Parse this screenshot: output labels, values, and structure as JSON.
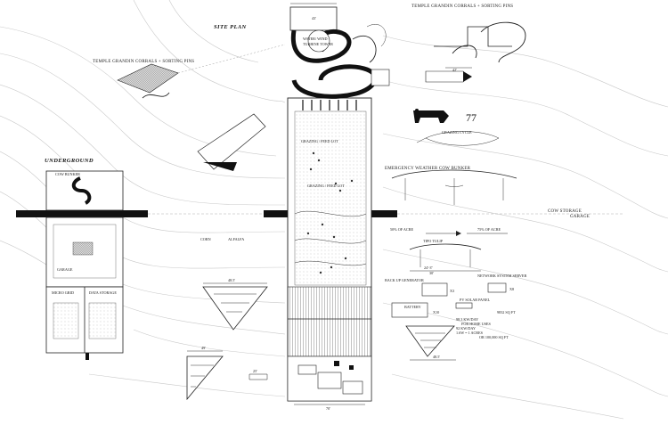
{
  "labels": {
    "site_plan": "SITE PLAN",
    "underground": "UNDERGROUND",
    "temple_grandin_top": "TEMPLE GRANDIN CORRALS + SORTING PINS",
    "temple_grandin_left": "TEMPLE GRANDIN CORRALS + SORTING PINS",
    "water_wind": "WATER/ WIND",
    "turbine_tower": "TURBINE TOWER",
    "grazing_feed_lot_1": "GRAZING / FEED LOT",
    "grazing_feed_lot_2": "GRAZING / FEED LOT",
    "cow_count": "77",
    "grazing_cycle": "GRAZING CYCLE",
    "emergency_bunker": "EMERGENCY WEATHER COW BUNKER",
    "cow_storage": "COW STORAGE",
    "garage_right": "GARAGE",
    "acre_50": "50% OF ACRE",
    "acre_75": "75% OF ACRE",
    "tipo_tulip": "TIPO TULIP",
    "corn": "CORN",
    "alfalfa": "ALFALFA",
    "back_up_generator": "BACK UP GENERATOR",
    "network_server": "NETWORK SYSTEM SERVER",
    "x3": "X3",
    "x8": "X8",
    "battery": "BATTERY",
    "x10": "X10",
    "pv_solar": "PV SOLAR PANEL",
    "sq_ft": "9832 SQ FT",
    "energy_1": "98.3 KW/DAY",
    "energy_2": "FOR HOME USES",
    "energy_3": "92 KW/DAY",
    "energy_4": "1.6W = 1 ACRES",
    "energy_5": "OR 100,000 SQ FT",
    "cow_bunker": "COW BUNKER",
    "garage_left": "GARAGE",
    "micro_grid": "MICRO GRID",
    "data_storage": "DATA STORAGE"
  },
  "dimensions": {
    "top_width": "43'",
    "right_tank": "42'",
    "tulip_span": "24'-3\"",
    "tulip_base": "30'",
    "tri_left": "48.5'",
    "tri_right": "48.5'",
    "tri_bottom": "49'",
    "small_bottom": "25'",
    "bottom_width": "70'"
  },
  "colors": {
    "ink": "#111111",
    "contour": "#c9c9c9",
    "hatch": "#555555"
  }
}
